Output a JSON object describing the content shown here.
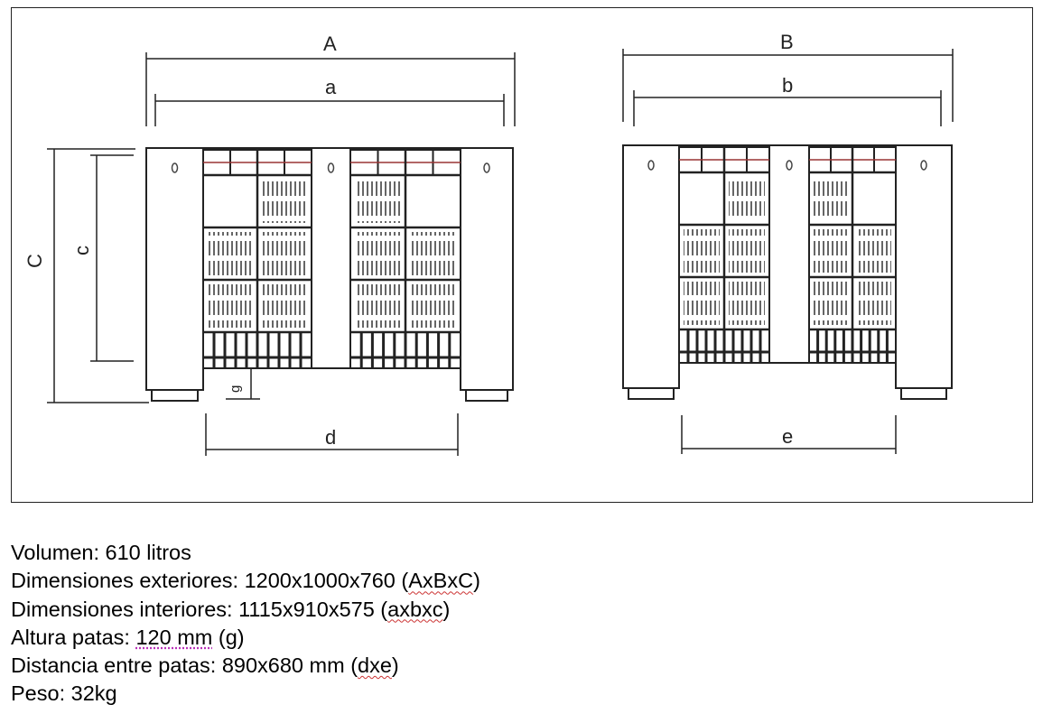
{
  "diagram": {
    "labels": {
      "A": "A",
      "a": "a",
      "B": "B",
      "b": "b",
      "C": "C",
      "c": "c",
      "d": "d",
      "e": "e",
      "g": "g"
    }
  },
  "specs": {
    "volume": "Volumen: 610 litros",
    "ext_prefix": "Dimensiones exteriores: 1200x1000x760 (",
    "ext_code": "AxBxC",
    "int_prefix": "Dimensiones interiores: 1115x910x575 (",
    "int_code": "axbxc",
    "legs_prefix": "Altura patas: ",
    "legs_value": "120 mm",
    "legs_suffix": " (g)",
    "dist_prefix": "Distancia entre patas: 890x680 mm (",
    "dist_code": "dxe",
    "weight": "Peso: 32kg",
    "close": ")"
  }
}
